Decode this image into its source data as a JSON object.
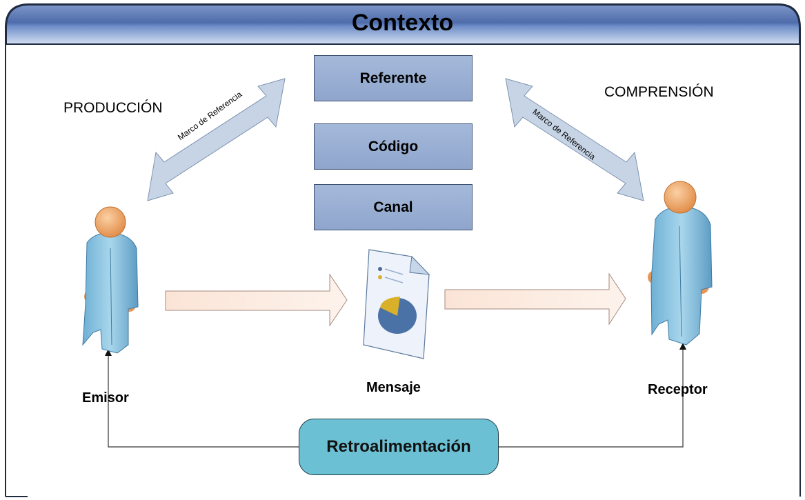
{
  "title": "Contexto",
  "labels": {
    "produccion": "PRODUCCIÓN",
    "comprension": "COMPRENSIÓN",
    "marco_left": "Marco de Referencia",
    "marco_right": "Marco de Referencia",
    "emisor": "Emisor",
    "mensaje": "Mensaje",
    "receptor": "Receptor"
  },
  "boxes": {
    "referente": "Referente",
    "codigo": "Código",
    "canal": "Canal"
  },
  "feedback": "Retroalimentación",
  "colors": {
    "header": "#4a6aa8",
    "box": "#98aed4",
    "arrow_fill": "#fce9dc",
    "double_arrow": "#c5d4e6",
    "person_body": "#8ec8e4",
    "person_head": "#f0a868",
    "feedback_box": "#6cc0d4"
  }
}
